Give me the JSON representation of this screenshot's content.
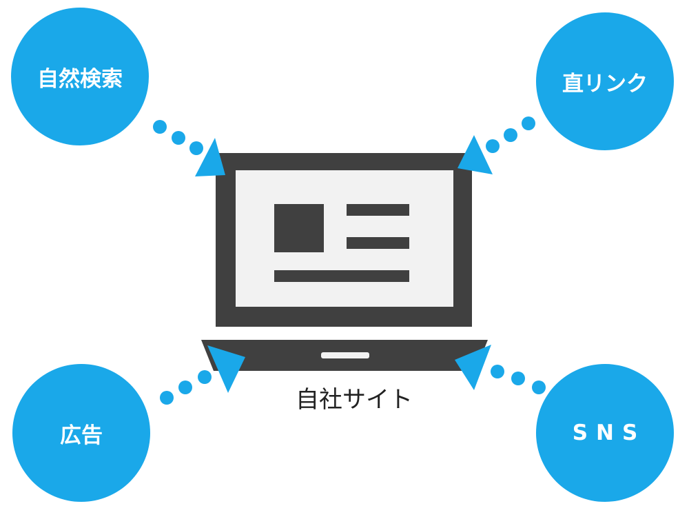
{
  "diagram": {
    "center": {
      "label": "自社サイト"
    },
    "sources": {
      "organic_search": "自然検索",
      "direct_link": "直リンク",
      "advertising": "広告",
      "sns": "SNS"
    }
  },
  "colors": {
    "accent_blue": "#1aa8e9",
    "device_gray": "#404040",
    "screen_bg": "#f2f2f2"
  },
  "icons": {
    "center": "laptop-icon",
    "connector": "dotted-arrow"
  }
}
